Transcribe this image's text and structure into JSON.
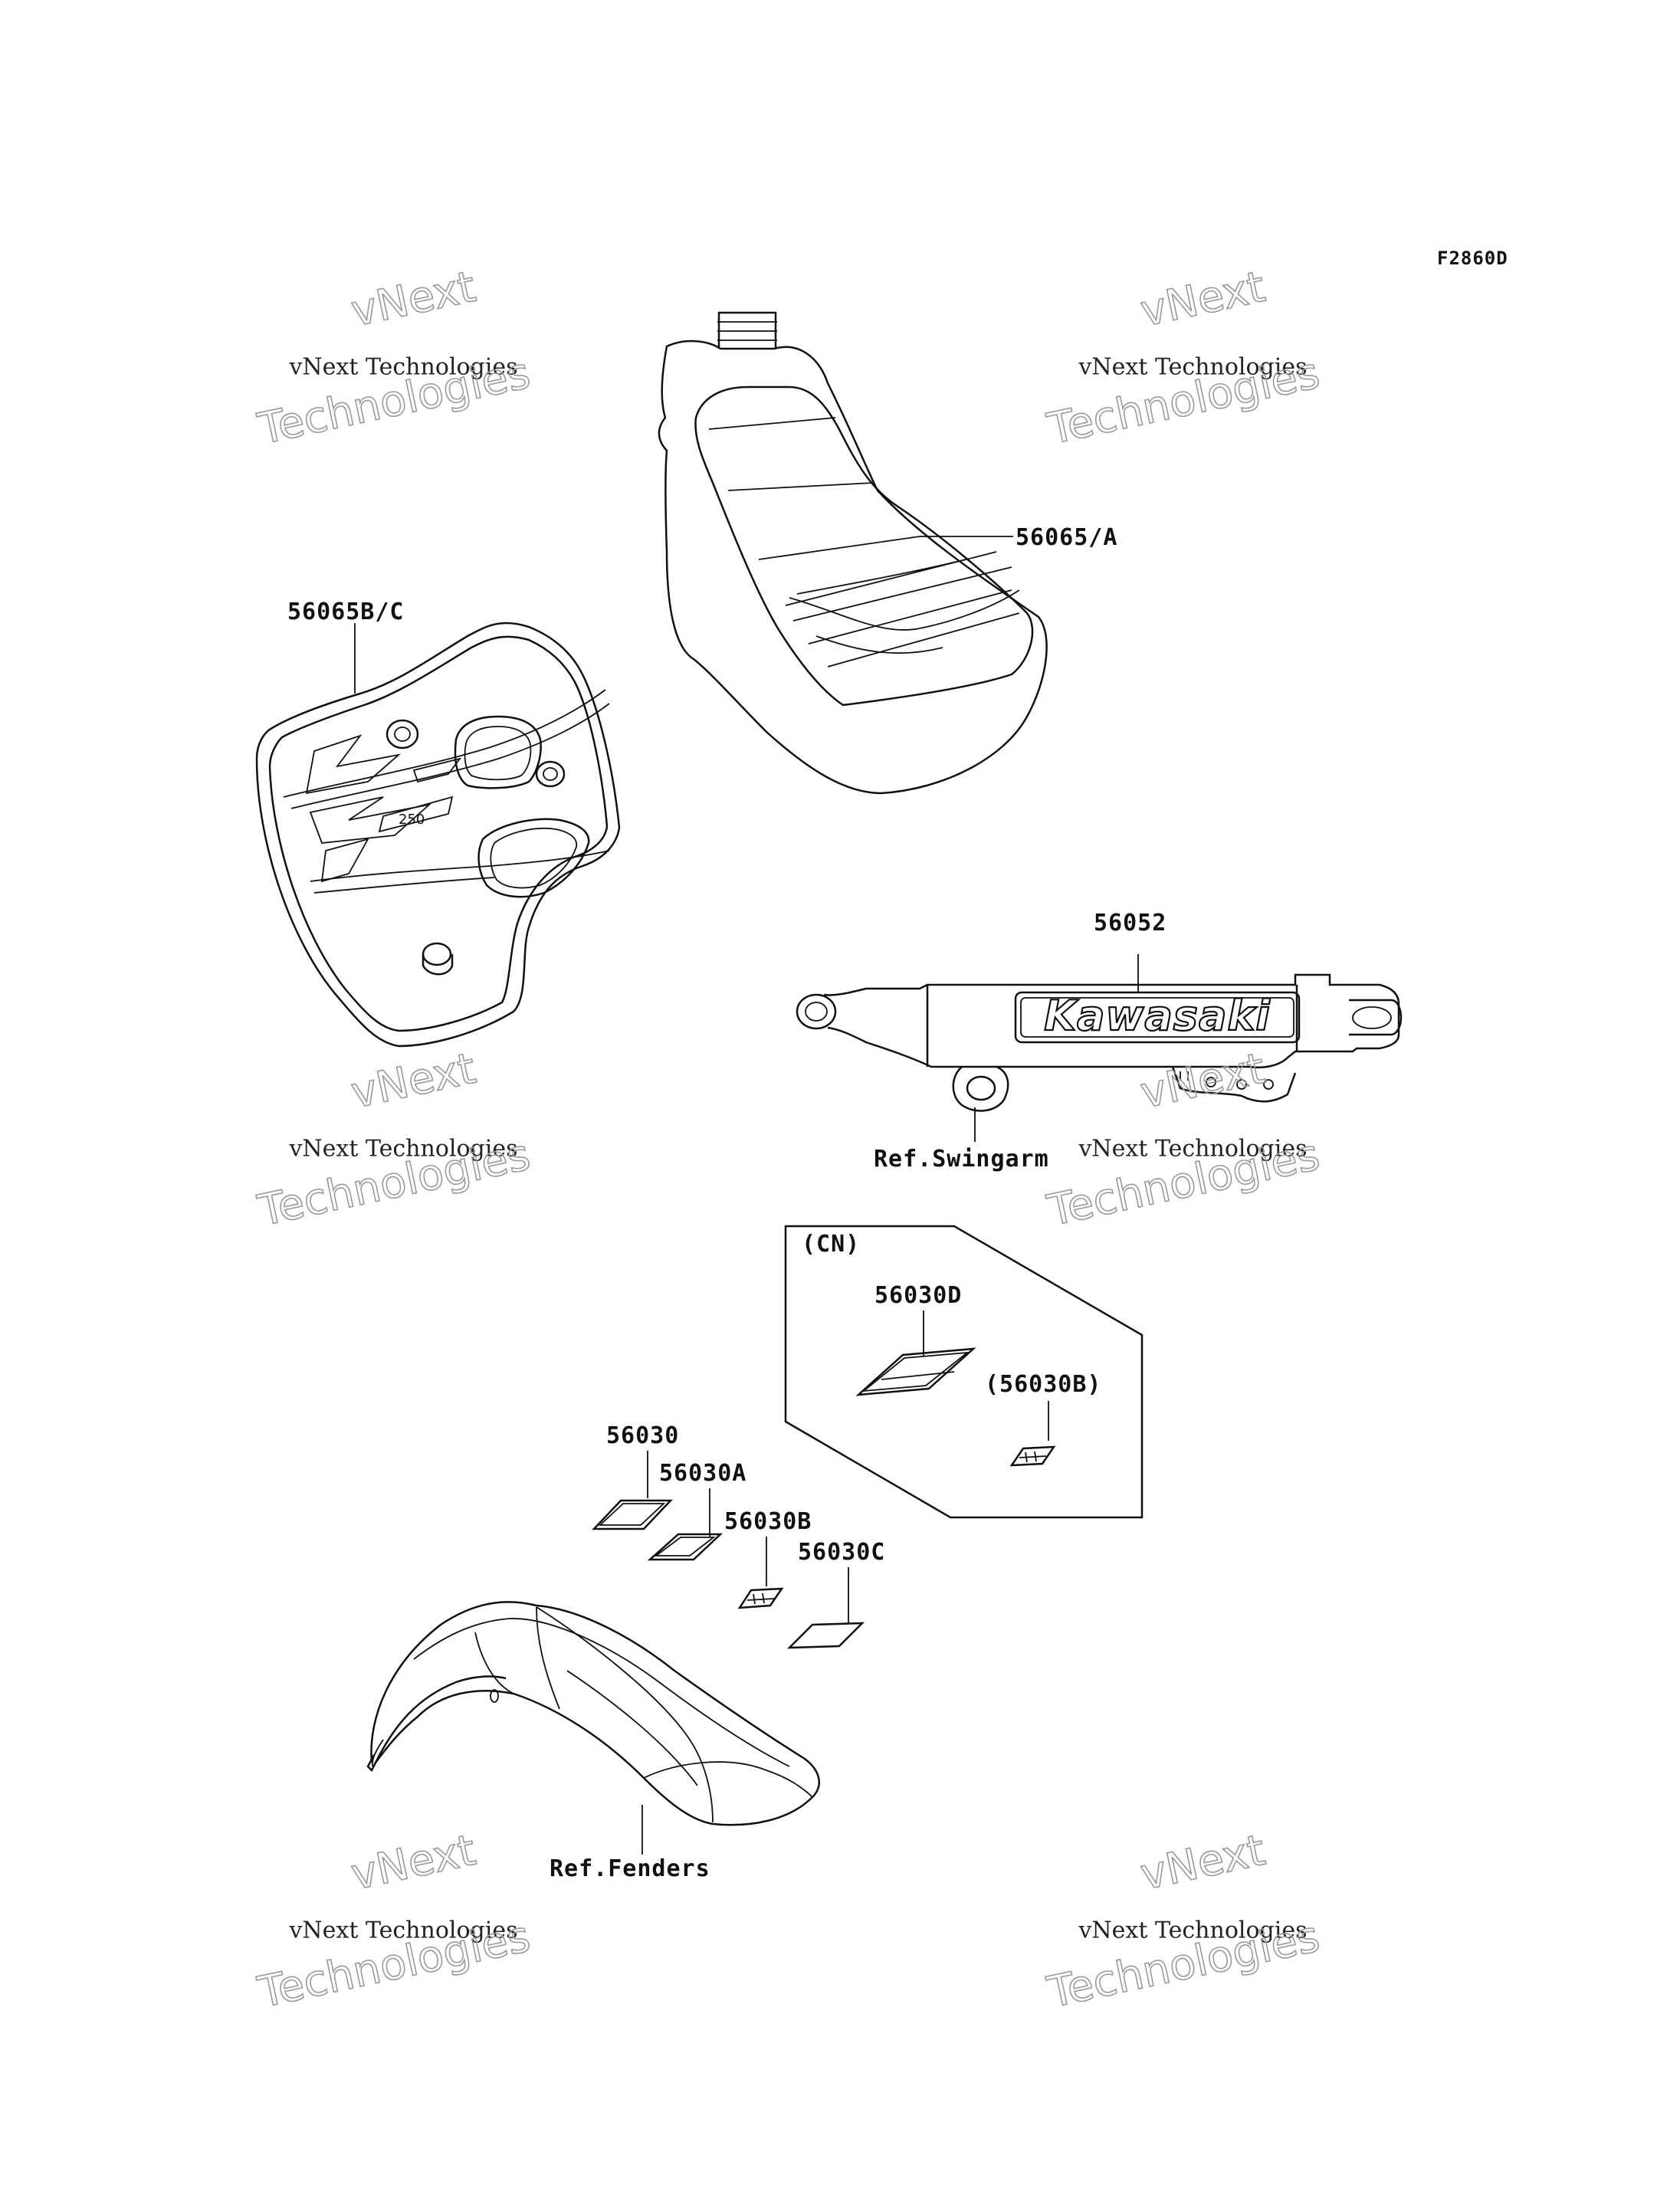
{
  "figure_id": "F2860D",
  "labels": {
    "tank_decal": "56065/A",
    "shroud_decal": "56065B/C",
    "swingarm_decal": "56052",
    "ref_swingarm": "Ref.Swingarm",
    "cn_group": "(CN)",
    "cn_label_d": "56030D",
    "cn_label_b": "(56030B)",
    "label_56030": "56030",
    "label_56030a": "56030A",
    "label_56030b": "56030B",
    "label_56030c": "56030C",
    "ref_fenders": "Ref.Fenders"
  },
  "kawasaki_logo_text": "Kawasaki",
  "watermark": {
    "line1": "vNext",
    "line2": "vNext Technologies",
    "line3": "Technologies"
  }
}
